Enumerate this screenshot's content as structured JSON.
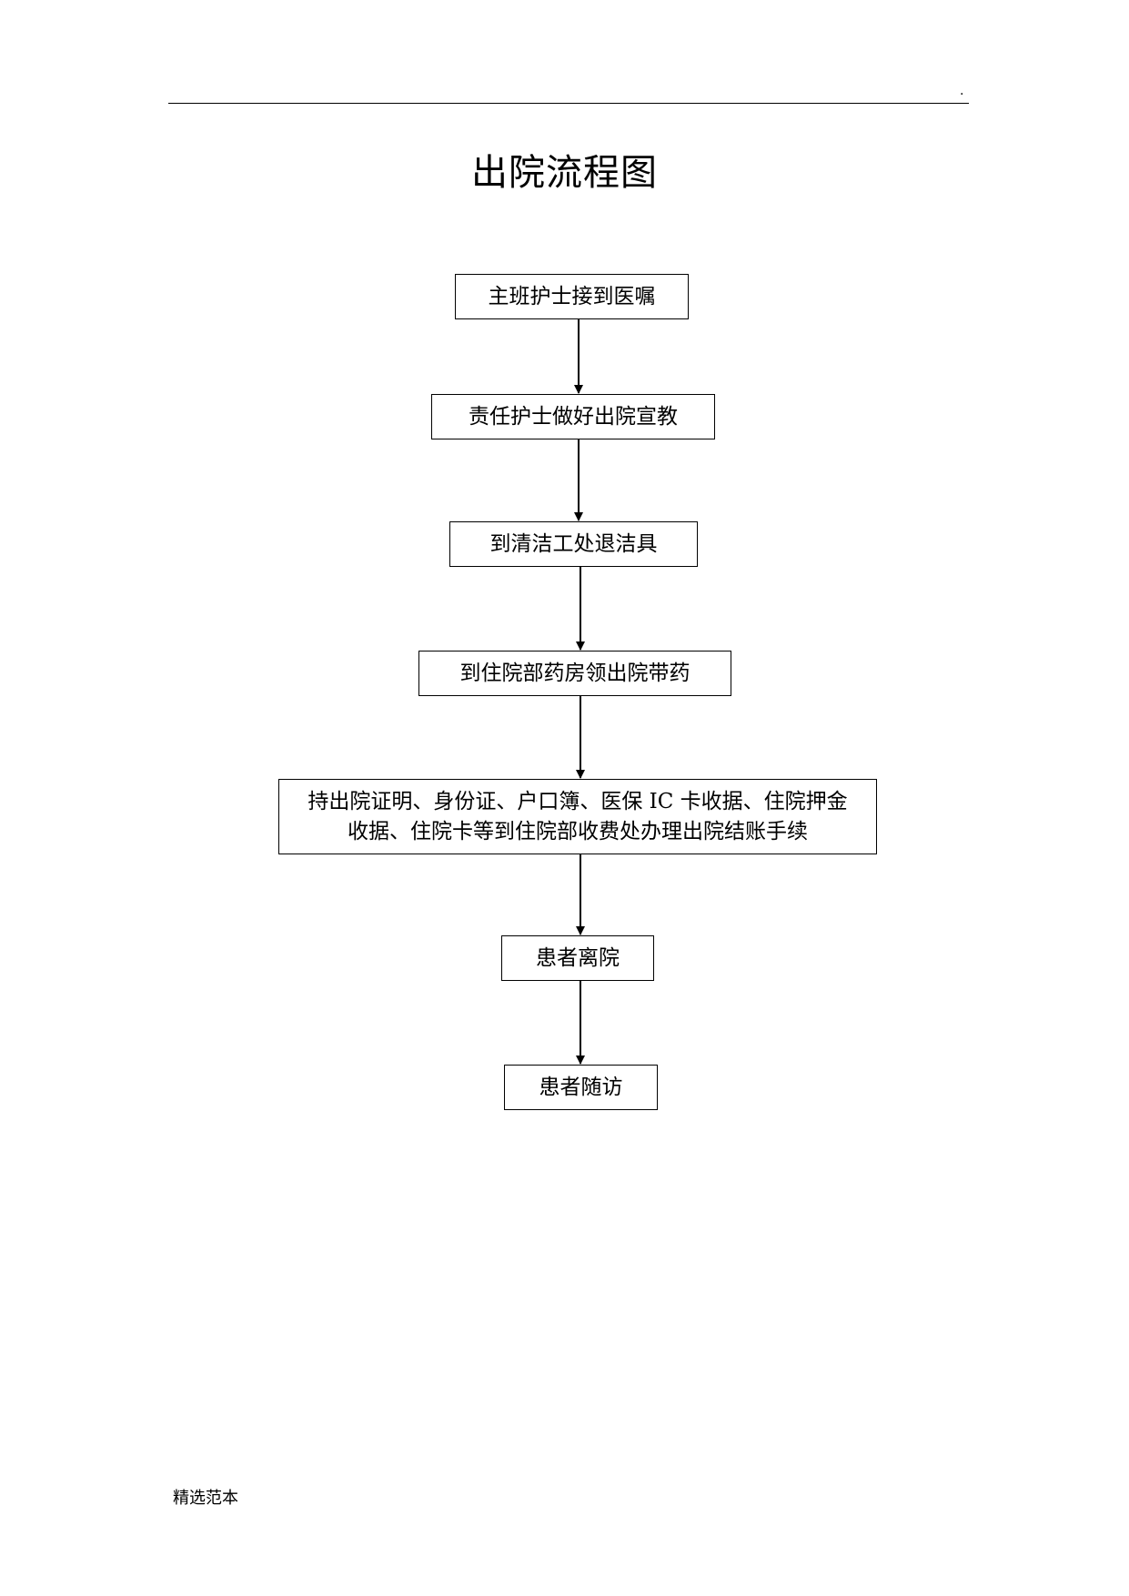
{
  "header": {
    "mark": "."
  },
  "title": "出院流程图",
  "flow": {
    "steps": [
      "主班护士接到医嘱",
      "责任护士做好出院宣教",
      "到清洁工处退洁具",
      "到住院部药房领出院带药",
      "持出院证明、身份证、户口簿、医保 IC 卡收据、住院押金\n收据、住院卡等到住院部收费处办理出院结账手续",
      "患者离院",
      "患者随访"
    ]
  },
  "footer": {
    "text": "精选范本"
  }
}
